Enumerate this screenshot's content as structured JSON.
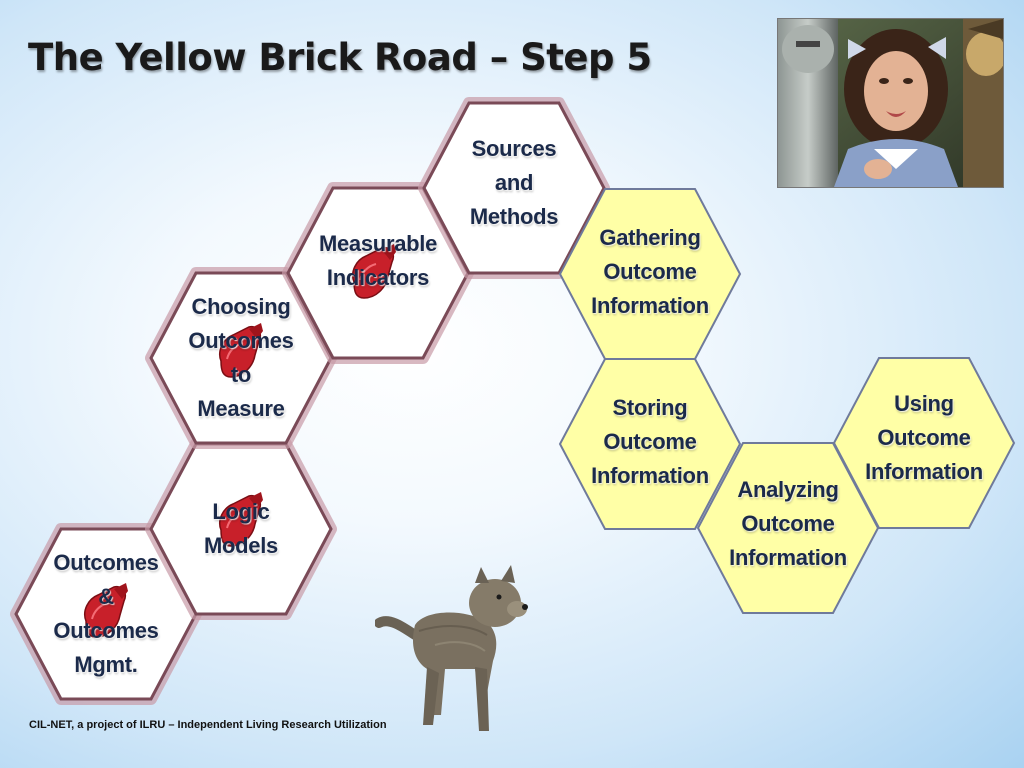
{
  "slide": {
    "title": "The Yellow Brick Road – Step 5",
    "footer": "CIL-NET, a project of ILRU – Independent Living Research Utilization"
  },
  "colors": {
    "completed_fill": "#ffffff",
    "completed_border": "#7a4a57",
    "completed_halo": "#c89aa6",
    "current_fill": "#ffffa6",
    "current_border": "#6f7a9b",
    "slipper": "#c8202a"
  },
  "steps": {
    "outcomes_mgmt": {
      "label": "Outcomes\n&\nOutcomes\nMgmt.",
      "status": "completed"
    },
    "logic_models": {
      "label": "Logic\nModels",
      "status": "completed"
    },
    "choosing_outcomes": {
      "label": "Choosing\nOutcomes\nto\nMeasure",
      "status": "completed"
    },
    "measurable_indicators": {
      "label": "Measurable\nIndicators",
      "status": "completed"
    },
    "sources_methods": {
      "label": "Sources\nand\nMethods",
      "status": "completed"
    },
    "gathering": {
      "label": "Gathering\nOutcome\nInformation",
      "status": "upcoming"
    },
    "storing": {
      "label": "Storing\nOutcome\nInformation",
      "status": "upcoming"
    },
    "analyzing": {
      "label": "Analyzing\nOutcome\nInformation",
      "status": "upcoming"
    },
    "using": {
      "label": "Using\nOutcome\nInformation",
      "status": "upcoming"
    }
  },
  "images": {
    "photo": "dorothy-tin-man-scarecrow-photo",
    "dog": "toto-dog-photo",
    "slipper": "ruby-slippers-icon"
  }
}
